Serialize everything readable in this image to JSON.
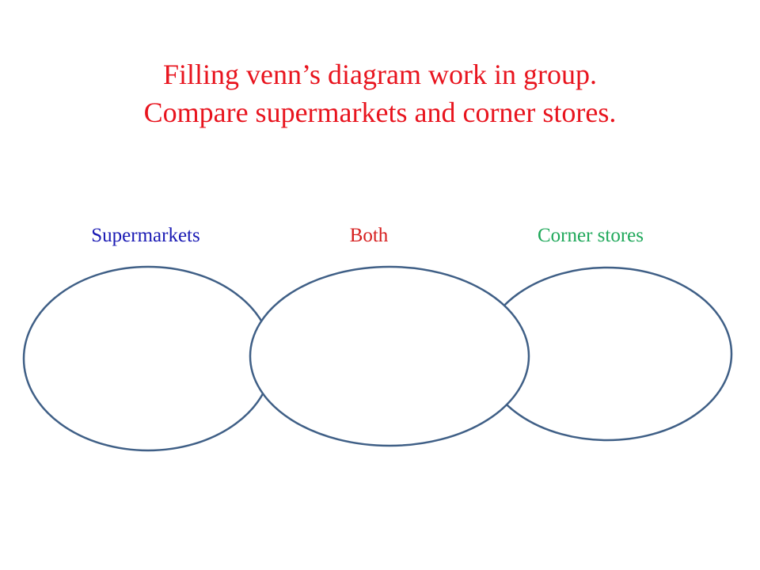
{
  "title": {
    "line1": "Filling venn’s diagram work in group.",
    "line2": "Compare supermarkets and corner stores."
  },
  "labels": {
    "left": "Supermarkets",
    "middle": "Both",
    "right": "Corner stores"
  },
  "colors": {
    "title": "#e8141e",
    "left_label": "#1a1ab4",
    "middle_label": "#d61e1e",
    "right_label": "#1fa85a",
    "ellipse_stroke": "#3f5f86"
  }
}
